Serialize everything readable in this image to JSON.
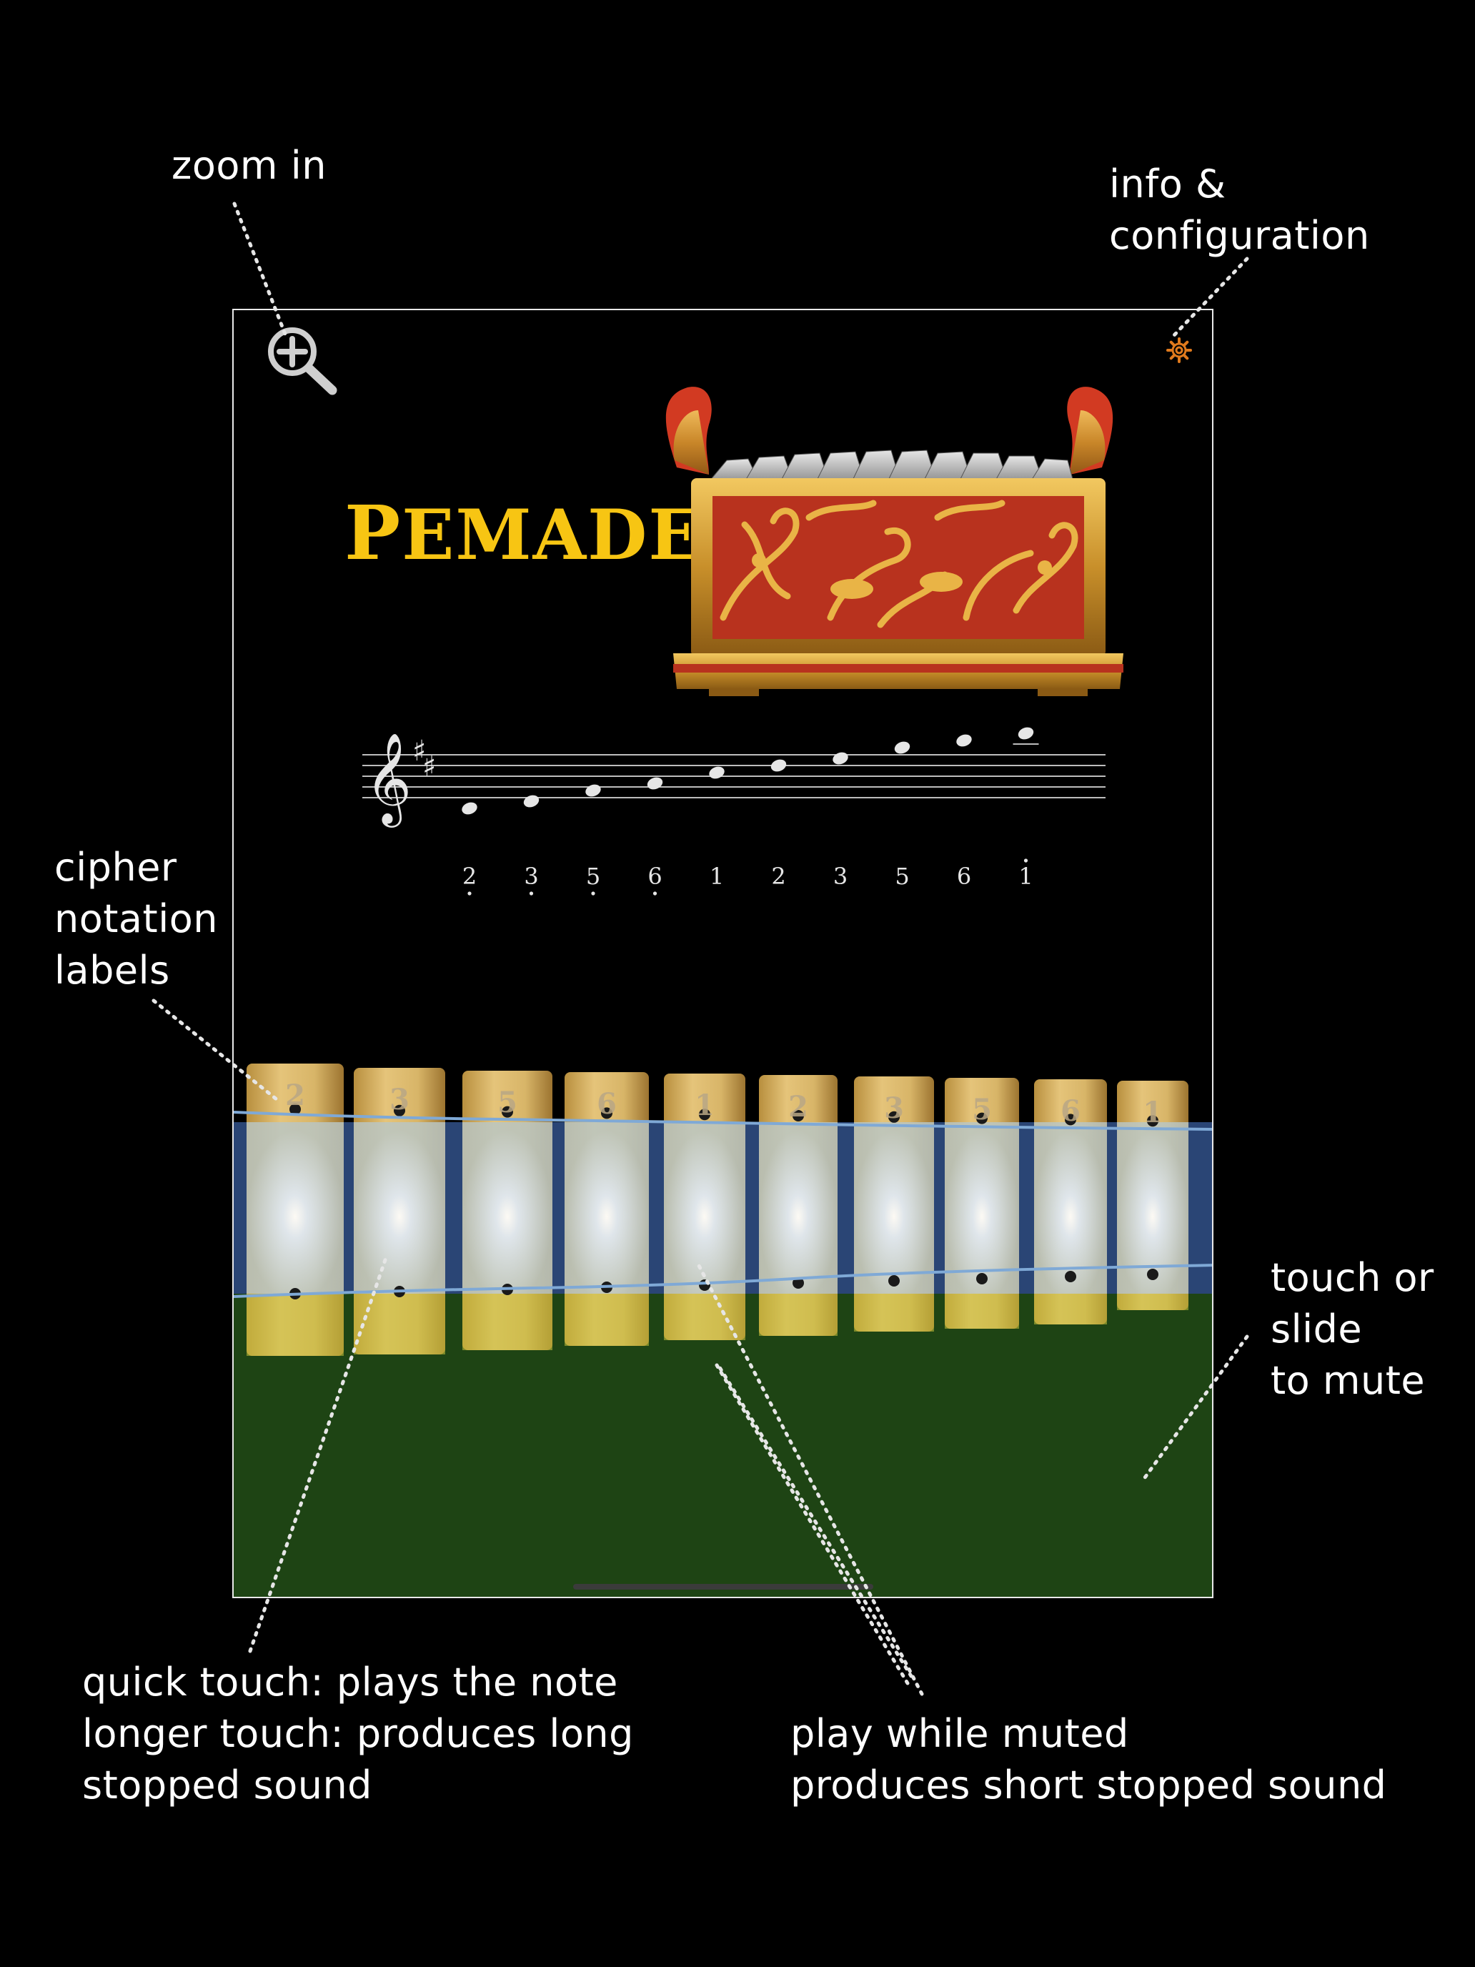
{
  "annotations": {
    "zoom_in": "zoom in",
    "info_line1": "info &",
    "info_line2": "configuration",
    "cipher_line1": "cipher",
    "cipher_line2": "notation",
    "cipher_line3": "labels",
    "mute_line1": "touch or",
    "mute_line2": "slide",
    "mute_line3": "to mute",
    "touch_line1": "quick touch: plays the note",
    "touch_line2": "longer touch: produces long",
    "touch_line3": "stopped sound",
    "muted_line1": "play while muted",
    "muted_line2": "produces short stopped sound"
  },
  "app": {
    "title_first": "P",
    "title_rest": "EMADE"
  },
  "staff": {
    "cipher": [
      "2",
      "3",
      "5",
      "6",
      "1",
      "2",
      "3",
      "5",
      "6",
      "1"
    ],
    "octave_marks": [
      "below",
      "below",
      "below",
      "below",
      "none",
      "none",
      "none",
      "none",
      "none",
      "above"
    ]
  },
  "keys": {
    "labels": [
      "2",
      "3",
      "5",
      "6",
      "1",
      "2",
      "3",
      "5",
      "6",
      "1"
    ]
  },
  "colors": {
    "title": "#f7c513",
    "mute_zone": "#1e4414",
    "play_zone": "#2a4575",
    "gear": "#e07a1d",
    "bronze": "#c89a3a"
  }
}
